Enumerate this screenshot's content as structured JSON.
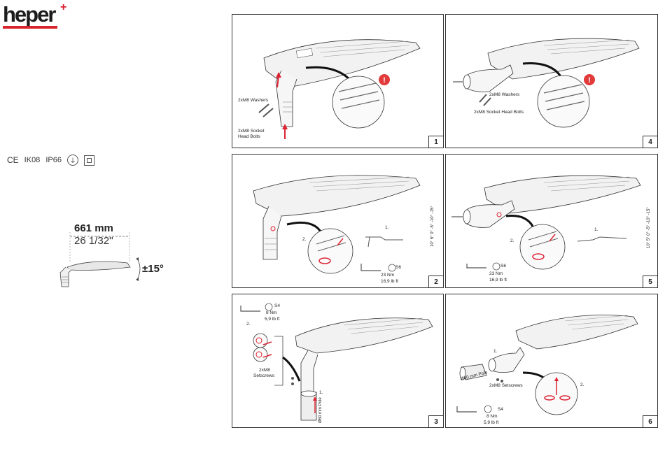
{
  "logo": {
    "text": "heper",
    "mark": "+"
  },
  "certifications": [
    "CE",
    "IK08",
    "IP66"
  ],
  "certification_icons": [
    "ground-symbol-icon",
    "class-ii-icon"
  ],
  "dimensions": {
    "length_mm": "661 mm",
    "length_in": "26 1/32''",
    "tilt": "±15°"
  },
  "panels": [
    {
      "step": "1",
      "labels": {
        "washers": "2xM8 Washers",
        "bolts_1": "2xM8 Socket",
        "bolts_2": "Head Bolts"
      }
    },
    {
      "step": "4",
      "labels": {
        "washers": "2xM8 Washers",
        "bolts": "2xM8 Socket Head Bolts"
      }
    },
    {
      "step": "2",
      "labels": {
        "sub1": "1.",
        "sub2": "2.",
        "tool": "S6",
        "torque_nm": "23 Nm",
        "torque_lb": "16,9 lb ft",
        "angles": "10° 5° 0° -5° -10° -15°"
      }
    },
    {
      "step": "5",
      "labels": {
        "sub1": "1.",
        "sub2": "2.",
        "tool": "S6",
        "torque_nm": "23 Nm",
        "torque_lb": "16,9 lb ft",
        "angles": "10° 5° 0° -5° -10° -15°"
      }
    },
    {
      "step": "3",
      "labels": {
        "tool": "S4",
        "torque_nm": "8 Nm",
        "torque_lb": "5,9 lb ft",
        "sub1": "1.",
        "sub2": "2.",
        "screws_1": "2xM8",
        "screws_2": "Setscrews",
        "pole": "Ø60 mm Pole"
      }
    },
    {
      "step": "6",
      "labels": {
        "sub1": "1.",
        "sub2": "2.",
        "pole": "Ø60 mm Pole",
        "screws": "2xM8 Setscrews",
        "tool": "S4",
        "torque_nm": "8 Nm",
        "torque_lb": "5,9 lb ft"
      }
    }
  ],
  "colors": {
    "brand_red": "#d9232d",
    "warning_red": "#e23b3b",
    "line": "#333333",
    "fixture_fill": "#f2f2f2"
  }
}
